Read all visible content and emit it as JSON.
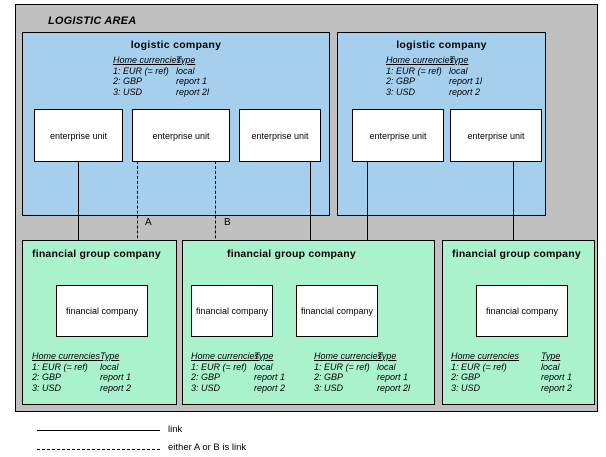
{
  "area": {
    "title": "LOGISTIC AREA",
    "background_color": "#c0c0c0"
  },
  "colors": {
    "logistic_company": "#a6cfee",
    "financial_group": "#aaf2cc",
    "unit_box": "#ffffff",
    "border": "#000000"
  },
  "currency_header": {
    "currencies": "Home currencies",
    "type": "Type"
  },
  "logistic_companies": [
    {
      "title": "logistic company",
      "currencies": [
        {
          "label": "1: EUR (= ref)",
          "type": "local"
        },
        {
          "label": "2: GBP",
          "type": "report 1"
        },
        {
          "label": "3: USD",
          "type": "report 2l"
        }
      ],
      "units": [
        {
          "label": "enterprise unit"
        },
        {
          "label": "enterprise unit"
        },
        {
          "label": "enterprise unit"
        }
      ]
    },
    {
      "title": "logistic company",
      "currencies": [
        {
          "label": "1: EUR (= ref)",
          "type": "local"
        },
        {
          "label": "2: GBP",
          "type": "report 1l"
        },
        {
          "label": "3: USD",
          "type": "report 2"
        }
      ],
      "units": [
        {
          "label": "enterprise unit"
        },
        {
          "label": "enterprise unit"
        }
      ]
    }
  ],
  "financial_groups": [
    {
      "title": "financial group company",
      "companies": [
        {
          "label": "financial company"
        }
      ],
      "currency_tables": [
        {
          "currencies": [
            {
              "label": "1: EUR (= ref)",
              "type": "local"
            },
            {
              "label": "2: GBP",
              "type": "report 1"
            },
            {
              "label": "3: USD",
              "type": "report 2"
            }
          ]
        }
      ]
    },
    {
      "title": "financial group company",
      "companies": [
        {
          "label": "financial company"
        },
        {
          "label": "financial company"
        }
      ],
      "currency_tables": [
        {
          "currencies": [
            {
              "label": "1: EUR (= ref)",
              "type": "local"
            },
            {
              "label": "2: GBP",
              "type": "report 1"
            },
            {
              "label": "3: USD",
              "type": "report 2"
            }
          ]
        },
        {
          "currencies": [
            {
              "label": "1: EUR (= ref)",
              "type": "local"
            },
            {
              "label": "2: GBP",
              "type": "report 1"
            },
            {
              "label": "3: USD",
              "type": "report 2l"
            }
          ]
        }
      ]
    },
    {
      "title": "financial group company",
      "companies": [
        {
          "label": "financial company"
        }
      ],
      "currency_tables": [
        {
          "currencies": [
            {
              "label": "1: EUR (= ref)",
              "type": "local"
            },
            {
              "label": "2: GBP",
              "type": "report 1"
            },
            {
              "label": "3: USD",
              "type": "report 2"
            }
          ]
        }
      ]
    }
  ],
  "annotations": {
    "a_label": "A",
    "b_label": "B"
  },
  "legend": {
    "solid_label": "link",
    "dashed_label": "either A or B is link"
  }
}
